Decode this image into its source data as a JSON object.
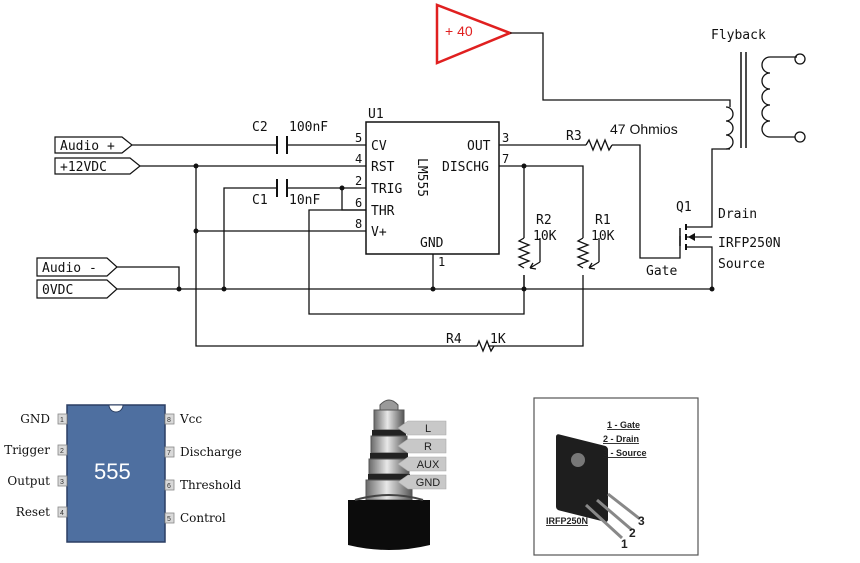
{
  "schematic": {
    "amp_label": "+ 40",
    "flyback_label": "Flyback",
    "ic_ref": "U1",
    "ic_part": "LM555",
    "ic_pins": {
      "cv": "CV",
      "rst": "RST",
      "trig": "TRIG",
      "thr": "THR",
      "vplus": "V+",
      "out": "OUT",
      "dischg": "DISCHG",
      "gnd": "GND",
      "n5": "5",
      "n4": "4",
      "n2": "2",
      "n6": "6",
      "n8": "8",
      "n3": "3",
      "n7": "7",
      "n1": "1"
    },
    "inputs": {
      "audio_plus": "Audio +",
      "vcc": "+12VDC",
      "audio_minus": "Audio -",
      "zero_v": "0VDC"
    },
    "c2": {
      "ref": "C2",
      "value": "100nF"
    },
    "c1": {
      "ref": "C1",
      "value": "10nF"
    },
    "r3": {
      "ref": "R3",
      "value": "47 Ohmios"
    },
    "r2": {
      "ref": "R2",
      "value": "10K"
    },
    "r1": {
      "ref": "R1",
      "value": "10K"
    },
    "r4": {
      "ref": "R4",
      "value": "1K"
    },
    "q1": {
      "ref": "Q1",
      "part": "IRFP250N",
      "drain": "Drain",
      "gate": "Gate",
      "source": "Source"
    },
    "colors": {
      "amp": "#e02020",
      "wire": "#111111",
      "chip_body": "#4e6fa0"
    }
  },
  "ic555": {
    "label": "555",
    "left_pins": [
      {
        "num": "1",
        "name": "GND"
      },
      {
        "num": "2",
        "name": "Trigger"
      },
      {
        "num": "3",
        "name": "Output"
      },
      {
        "num": "4",
        "name": "Reset"
      }
    ],
    "right_pins": [
      {
        "num": "8",
        "name": "Vcc"
      },
      {
        "num": "7",
        "name": "Discharge"
      },
      {
        "num": "6",
        "name": "Threshold"
      },
      {
        "num": "5",
        "name": "Control"
      }
    ]
  },
  "jack": {
    "labels": [
      "L",
      "R",
      "AUX",
      "GND"
    ]
  },
  "mosfet": {
    "pins": [
      "1 - Gate",
      "2 - Drain",
      "3 - Source"
    ],
    "part": "IRFP250N",
    "lead_numbers": [
      "1",
      "2",
      "3"
    ]
  }
}
